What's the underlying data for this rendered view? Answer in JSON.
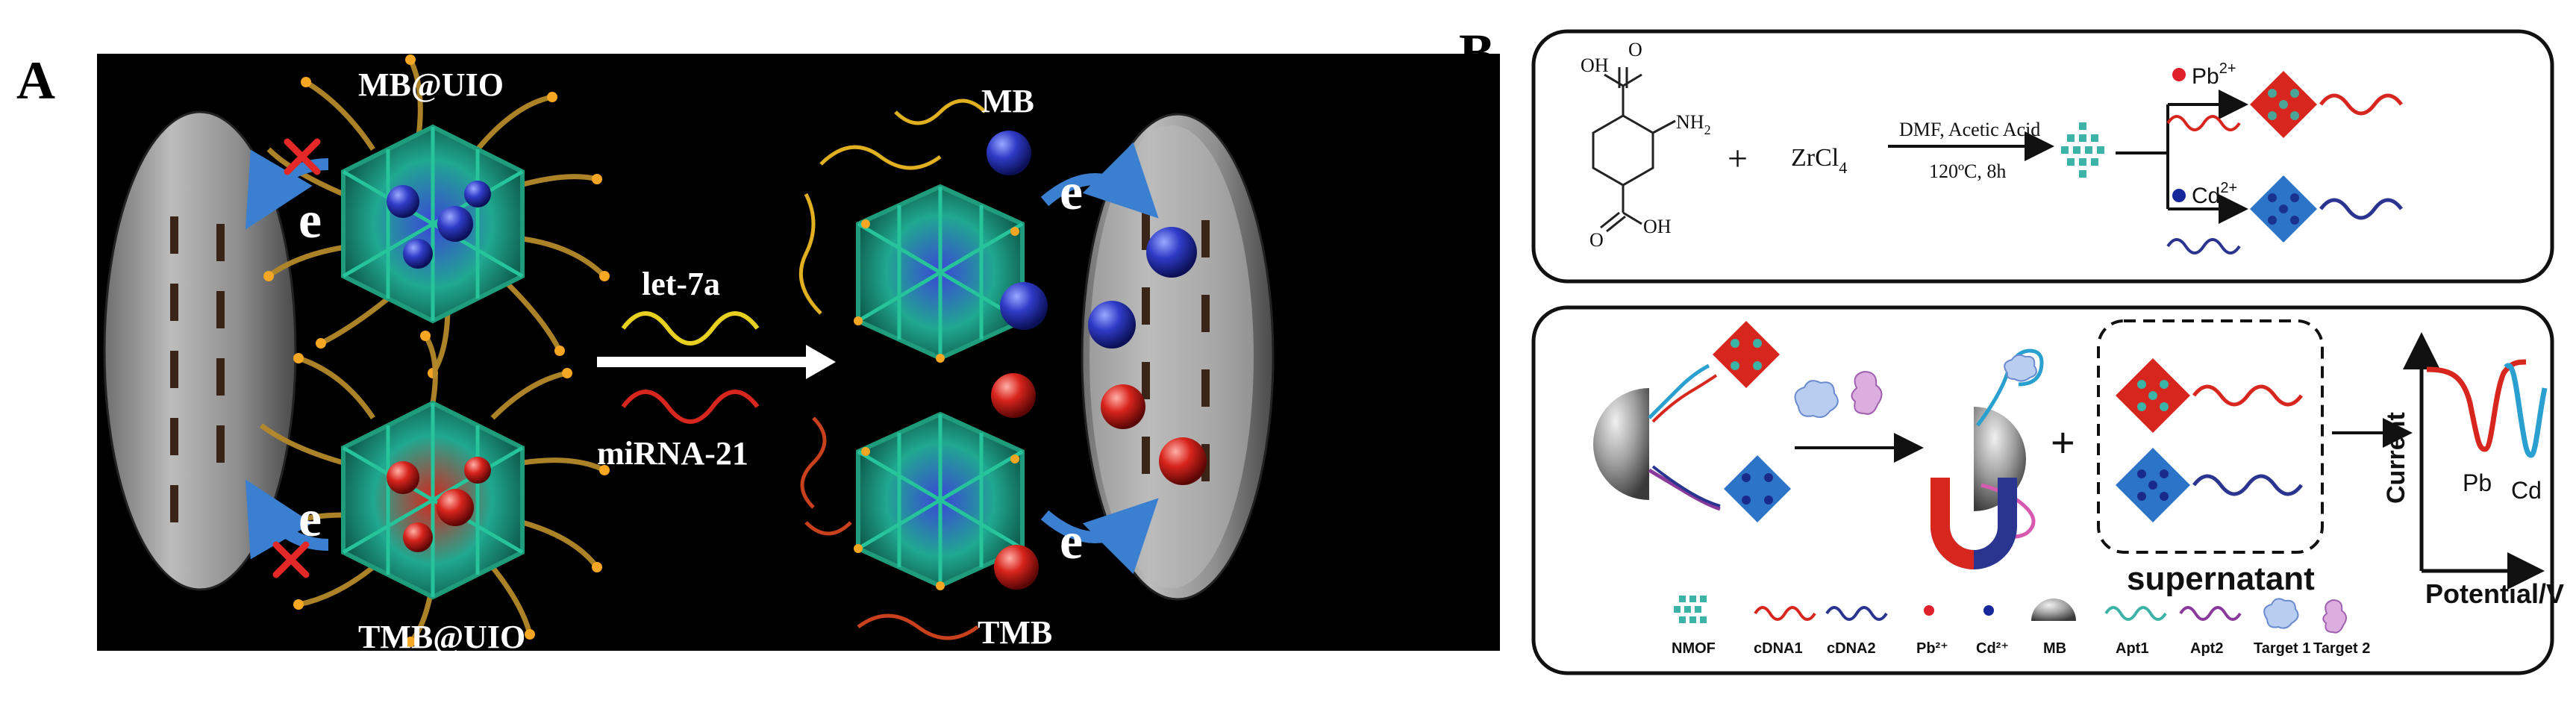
{
  "panel_a": {
    "label": "A",
    "top_mof": "MB@UIO",
    "bottom_mof": "TMB@UIO",
    "right_top": "MB",
    "right_bottom": "TMB",
    "target1": "let-7a",
    "target2": "miRNA-21",
    "electron": "e"
  },
  "panel_b": {
    "label": "B",
    "top": {
      "amine": "NH",
      "amine_sub": "2",
      "oh_top": "OH",
      "oh_bottom": "OH",
      "plus": "+",
      "zr": "ZrCl",
      "zr_sub": "4",
      "cond1": "DMF, Acetic  Acid",
      "cond2": "120ºC, 8h",
      "ion1": "Pb",
      "ion1_sup": "2+",
      "ion2": "Cd",
      "ion2_sup": "2+"
    },
    "bottom": {
      "plus": "+",
      "supernatant": "supernatant",
      "ylabel": "Current",
      "xlabel": "Potential/V",
      "peak1": "Pb",
      "peak2": "Cd"
    },
    "legend": [
      "NMOF",
      "cDNA1",
      "cDNA2",
      "Pb²⁺",
      "Cd²⁺",
      "MB",
      "Apt1",
      "Apt2",
      "Target 1",
      "Target 2"
    ]
  },
  "colors": {
    "red": "#d7261e",
    "blue": "#2a3590",
    "cyan": "#2aa0d0",
    "purple": "#8a3a9a",
    "teal": "#3bb3a6",
    "yellow": "#e8d020",
    "pb_dot": "#e0202a",
    "cd_dot": "#16289a"
  }
}
